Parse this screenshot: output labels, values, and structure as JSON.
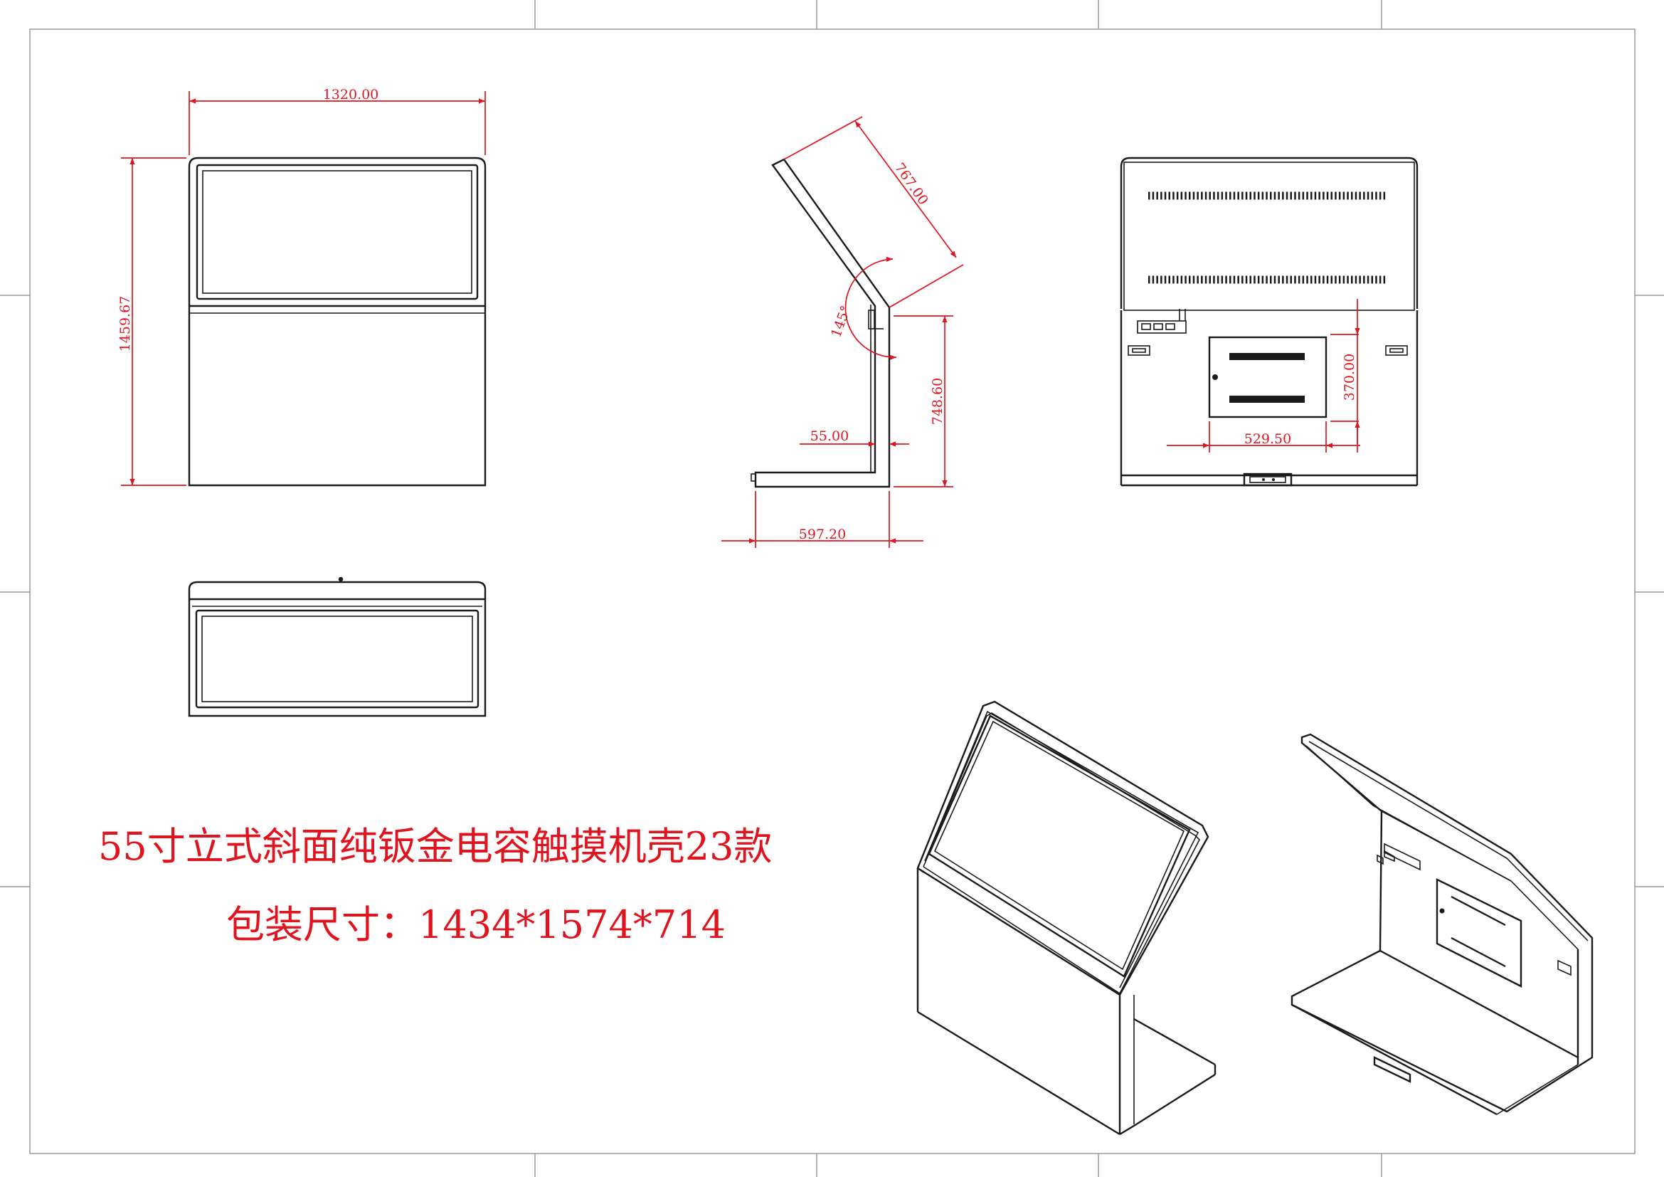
{
  "drawing": {
    "title_line1": "55寸立式斜面纯钣金电容触摸机壳23款",
    "title_line2": "包装尺寸：1434*1574*714",
    "title_color": "#e0141e",
    "line_color": "#1a1a1a",
    "dimension_color": "#e0141e"
  },
  "dimensions": {
    "front_width": "1320.00",
    "front_height": "1459.67",
    "side_panel_length": "767.00",
    "side_angle": "145°",
    "side_height": "748.60",
    "side_thickness": "55.00",
    "side_depth": "597.20",
    "back_door_height": "370.00",
    "back_door_width": "529.50"
  }
}
